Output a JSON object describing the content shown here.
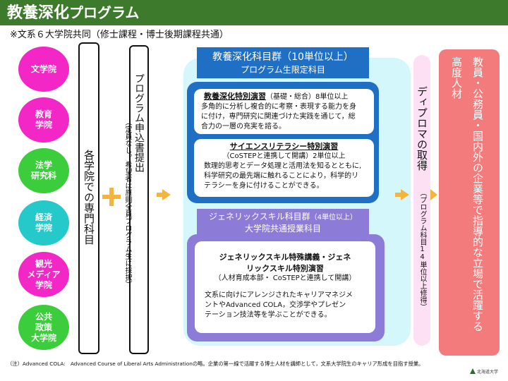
{
  "header": {
    "title_main": "教養深化",
    "title_rest": "プログラム",
    "subtitle": "※文系６大学院共同（修士課程・博士後期課程共通）"
  },
  "faculties": [
    {
      "label": "文学院",
      "color": "#f227c5"
    },
    {
      "label": "教育\n学院",
      "color": "#f227c5"
    },
    {
      "label": "法学\n研究科",
      "color": "#3bcd3b"
    },
    {
      "label": "経済\n学院",
      "color": "#25c9c9"
    },
    {
      "label": "観光\nメディア\n学院",
      "color": "#f227c5"
    },
    {
      "label": "公共\n政策\n大学院",
      "color": "#3bcd3b"
    }
  ],
  "senmon": "各学院での専門科目",
  "application": {
    "title": "プログラム申込書提出",
    "note": "（定員なし。希望者は原則全員プログラム生に採択）"
  },
  "group1": {
    "title": "教養深化科目群（10単位以上）",
    "subtitle": "プログラム生限定科目",
    "card1": {
      "name": "教養深化特別演習",
      "name_suffix": "（基礎・総合）8単位以上",
      "lines": [
        "多角的に分析し複合的に考察・表現する能力を身",
        "に付け，専門研究に関連づけた実践を通じて，総",
        "合力の一層の充実を諮る。"
      ]
    },
    "card2": {
      "name": "サイエンスリテラシー特別演習",
      "detail": "（CoSTEPと連携して開講）2単位以上",
      "lines": [
        "数理的思考とデータ処理と活用法を知るとともに,",
        "科学研究の最先端に触れることにより，科学的リ",
        "テラシーを身に付けることができる。"
      ]
    }
  },
  "group2": {
    "title_main": "ジェネリックスキル科目群",
    "title_suffix": "（4単位以上）",
    "subtitle": "大学院共通授業科目",
    "card3": {
      "name_line1": "ジェネリックスキル特殊講義・ジェネ",
      "name_line2": "リックスキル特別演習",
      "detail": "（人材育成本部・ CoSTEPと連携して開講）",
      "lines": [
        "文系に向けにアレンジされたキャリアマネジメ",
        "ントやAdvanced COLA，交渉学やプレゼン",
        "テーション技法等を学ぶことができる。"
      ]
    }
  },
  "diploma": {
    "title": "ディプロマの取得",
    "note": "（プログラム科目14単位以上修得）"
  },
  "result": {
    "col1": "教員・公務員・国内外の企業等で指導的な立場で活躍する",
    "col2": "高度人材"
  },
  "footnote": "（注）Advanced COLA:　Advanced Course of Liberal Arts Administrationの略。企業の第一線で活躍する博士人材を講師として，文系大学院生のキャリア形成を目指す授業。",
  "logo_text": "北海道大学",
  "colors": {
    "title_bar": "#3d7a2c",
    "pink": "#f227c5",
    "green": "#3bcd3b",
    "teal": "#25c9c9",
    "blue": "#1f6fc4",
    "purple": "#8c7cd8",
    "cyan_bg": "#d3f7fa",
    "diploma_pill": "#fde0f3",
    "result_pill": "#f47b7b",
    "arrow": "#f3b53d"
  }
}
